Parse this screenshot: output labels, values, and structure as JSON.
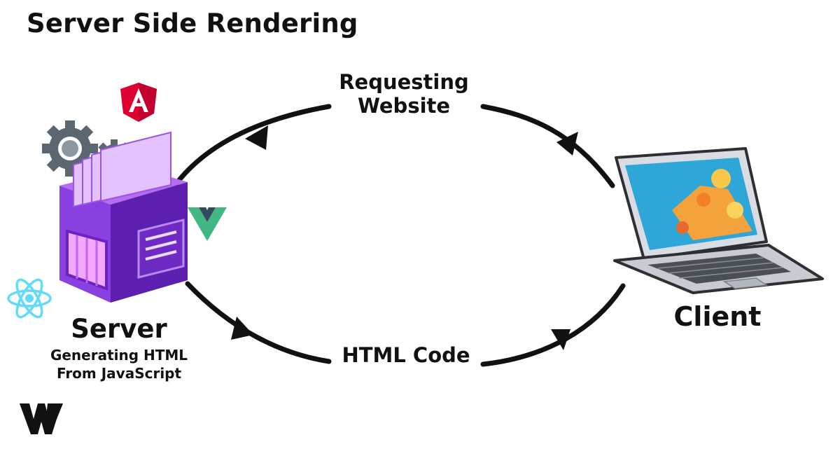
{
  "title": "Server Side Rendering",
  "arrows": {
    "request_label_line1": "Requesting",
    "request_label_line2": "Website",
    "response_label": "HTML Code"
  },
  "server": {
    "label": "Server",
    "description_line1": "Generating HTML",
    "description_line2": "From JavaScript"
  },
  "client": {
    "label": "Client"
  },
  "icons": {
    "angular": "angular-logo-icon",
    "vue": "vue-logo-icon",
    "react": "react-logo-icon",
    "gears": "gear-icon",
    "server": "server-box-icon",
    "laptop": "laptop-icon",
    "brand": "brand-logo-icon"
  },
  "colors": {
    "angular": "#dd0031",
    "vue_green": "#41b883",
    "vue_dark": "#35495e",
    "react": "#61dafb",
    "server_purple": "#7b2fd1",
    "gear_gray": "#5b6670",
    "arrow": "#111111"
  }
}
